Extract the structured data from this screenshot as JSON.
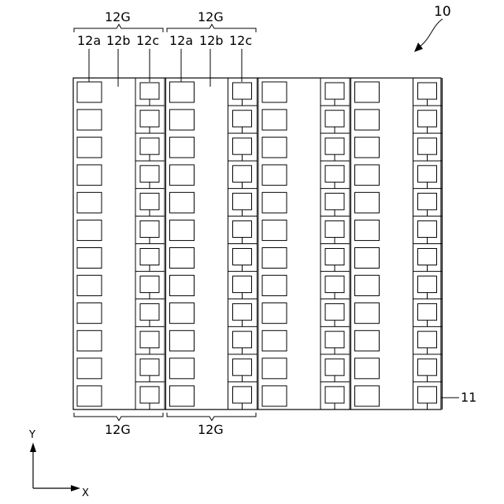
{
  "figure_number": "10",
  "substrate_label": "11",
  "group_label": "12G",
  "top_sublabels": [
    "12a",
    "12b",
    "12c"
  ],
  "axis_x": "X",
  "axis_y": "Y",
  "columns": 4,
  "rows": 12,
  "colors": {
    "stroke": "#000000",
    "background": "#ffffff"
  }
}
